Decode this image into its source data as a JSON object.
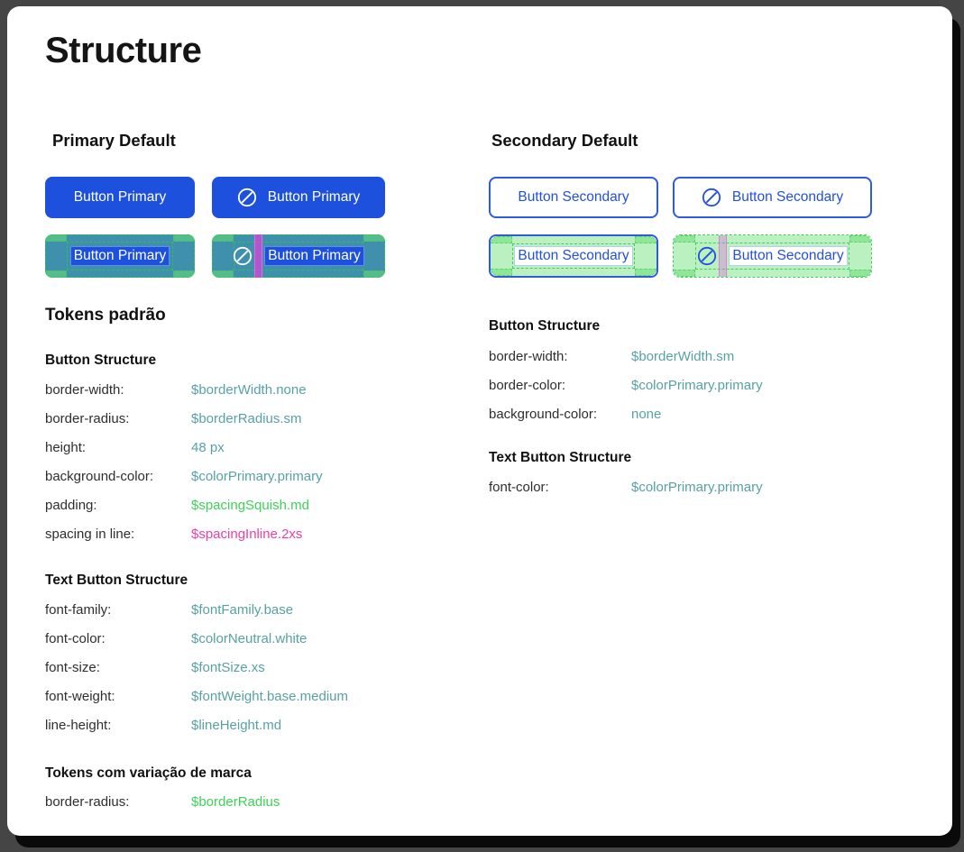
{
  "window": {
    "title": "Structure"
  },
  "colors": {
    "primary-blue": "#1d50dc",
    "secondary-border": "#2e5bdf",
    "secondary-text": "#2350dc",
    "token-teal": "#57a1a6",
    "token-green": "#3ed159",
    "token-pink": "#ef3da5",
    "redline-green": "#3fd05c",
    "redline-magenta": "#d84fd8"
  },
  "primary": {
    "heading": "Primary Default",
    "button_label": "Button Primary",
    "icon": "block-icon"
  },
  "secondary": {
    "heading": "Secondary Default",
    "button_label": "Button Secondary",
    "icon": "block-icon"
  },
  "left_tokens": {
    "heading": "Tokens padrão",
    "sections": [
      {
        "title": "Button Structure",
        "rows": [
          {
            "label": "border-width:",
            "value": "$borderWidth.none",
            "tone": "teal"
          },
          {
            "label": "border-radius:",
            "value": "$borderRadius.sm",
            "tone": "teal"
          },
          {
            "label": "height:",
            "value": "48 px",
            "tone": "teal"
          },
          {
            "label": "background-color:",
            "value": "$colorPrimary.primary",
            "tone": "teal"
          },
          {
            "label": "padding:",
            "value": "$spacingSquish.md",
            "tone": "green"
          },
          {
            "label": "spacing in line:",
            "value": "$spacingInline.2xs",
            "tone": "pink"
          }
        ]
      },
      {
        "title": "Text Button Structure",
        "rows": [
          {
            "label": "font-family:",
            "value": "$fontFamily.base",
            "tone": "teal"
          },
          {
            "label": "font-color:",
            "value": "$colorNeutral.white",
            "tone": "teal"
          },
          {
            "label": "font-size:",
            "value": "$fontSize.xs",
            "tone": "teal"
          },
          {
            "label": "font-weight:",
            "value": "$fontWeight.base.medium",
            "tone": "teal"
          },
          {
            "label": "line-height:",
            "value": "$lineHeight.md",
            "tone": "teal"
          }
        ]
      },
      {
        "title": "Tokens com variação de marca",
        "rows": [
          {
            "label": "border-radius:",
            "value": "$borderRadius",
            "tone": "green"
          }
        ]
      }
    ]
  },
  "right_tokens": {
    "sections": [
      {
        "title": "Button Structure",
        "rows": [
          {
            "label": "border-width:",
            "value": "$borderWidth.sm",
            "tone": "teal"
          },
          {
            "label": "border-color:",
            "value": "$colorPrimary.primary",
            "tone": "teal"
          },
          {
            "label": "background-color:",
            "value": "none",
            "tone": "teal"
          }
        ]
      },
      {
        "title": "Text Button Structure",
        "rows": [
          {
            "label": "font-color:",
            "value": "$colorPrimary.primary",
            "tone": "teal"
          }
        ]
      }
    ]
  }
}
